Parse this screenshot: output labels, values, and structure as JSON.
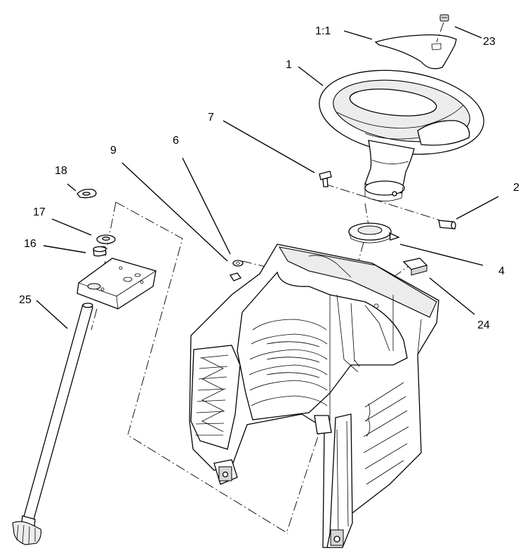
{
  "diagram": {
    "callouts": [
      {
        "id": "c-1-1",
        "text": "1:1"
      },
      {
        "id": "c-23",
        "text": "23"
      },
      {
        "id": "c-1",
        "text": "1"
      },
      {
        "id": "c-7",
        "text": "7"
      },
      {
        "id": "c-2",
        "text": "2"
      },
      {
        "id": "c-9",
        "text": "9"
      },
      {
        "id": "c-6",
        "text": "6"
      },
      {
        "id": "c-18",
        "text": "18"
      },
      {
        "id": "c-17",
        "text": "17"
      },
      {
        "id": "c-16",
        "text": "16"
      },
      {
        "id": "c-4",
        "text": "4"
      },
      {
        "id": "c-25",
        "text": "25"
      },
      {
        "id": "c-24",
        "text": "24"
      }
    ]
  }
}
